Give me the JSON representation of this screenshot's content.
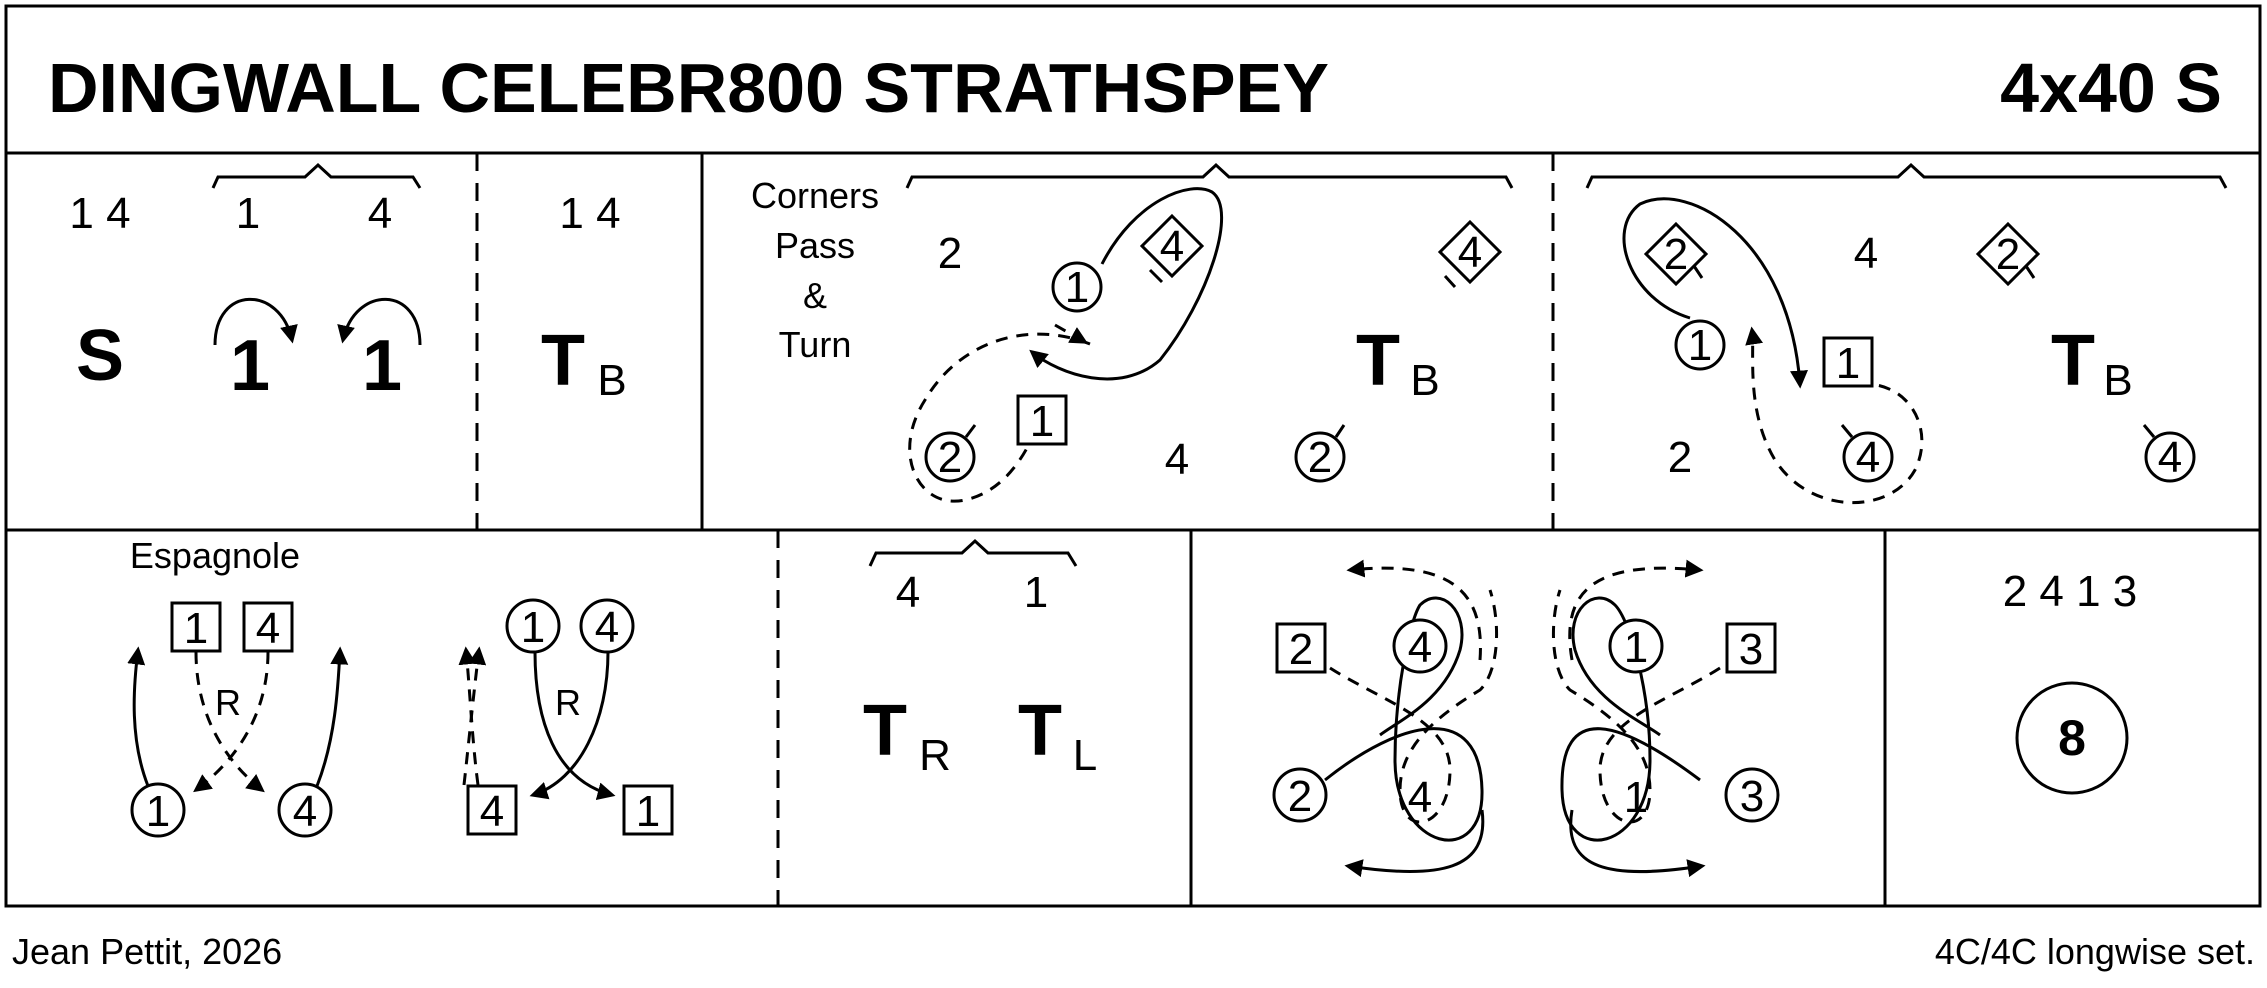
{
  "title": "DINGWALL CELEBR800 STRATHSPEY",
  "format": "4x40 S",
  "footer": {
    "left": "Jean Pettit, 2026",
    "right": "4C/4C longwise set."
  },
  "row1": {
    "p1": {
      "top_pair": "1 4",
      "bracket_a": "1",
      "bracket_b": "4",
      "setting": "S",
      "turn_a": "1",
      "turn_b": "1"
    },
    "p2": {
      "top_pair": "1 4",
      "turn": "T",
      "turn_sub": "B"
    },
    "p3": {
      "caption_1": "Corners",
      "caption_2": "Pass",
      "caption_3": "&",
      "caption_4": "Turn",
      "label_2": "2",
      "label_4": "4",
      "c1": "1",
      "c4": "4",
      "c2": "2",
      "b1": "1",
      "d4": "4",
      "c2b": "2",
      "turn": "T",
      "turn_sub": "B"
    },
    "p4": {
      "d2": "2",
      "label_4": "4",
      "d2b": "2",
      "c1": "1",
      "b1": "1",
      "label_2": "2",
      "c4": "4",
      "c4b": "4",
      "turn": "T",
      "turn_sub": "B"
    }
  },
  "row2": {
    "p1": {
      "caption": "Espagnole",
      "b1": "1",
      "b4": "4",
      "r1": "R",
      "c1": "1",
      "c4": "4",
      "c1b": "1",
      "c4b": "4",
      "r2": "R",
      "b4b": "4",
      "b1b": "1"
    },
    "p2": {
      "label_a": "4",
      "label_b": "1",
      "turn_r": "T",
      "turn_r_sub": "R",
      "turn_l": "T",
      "turn_l_sub": "L"
    },
    "p3": {
      "b2": "2",
      "c4": "4",
      "c2": "2",
      "c4d": "4",
      "c1": "1",
      "b3": "3",
      "c1d": "1",
      "c3": "3"
    },
    "p4": {
      "order": "2 4 1 3",
      "circle": "8"
    }
  }
}
